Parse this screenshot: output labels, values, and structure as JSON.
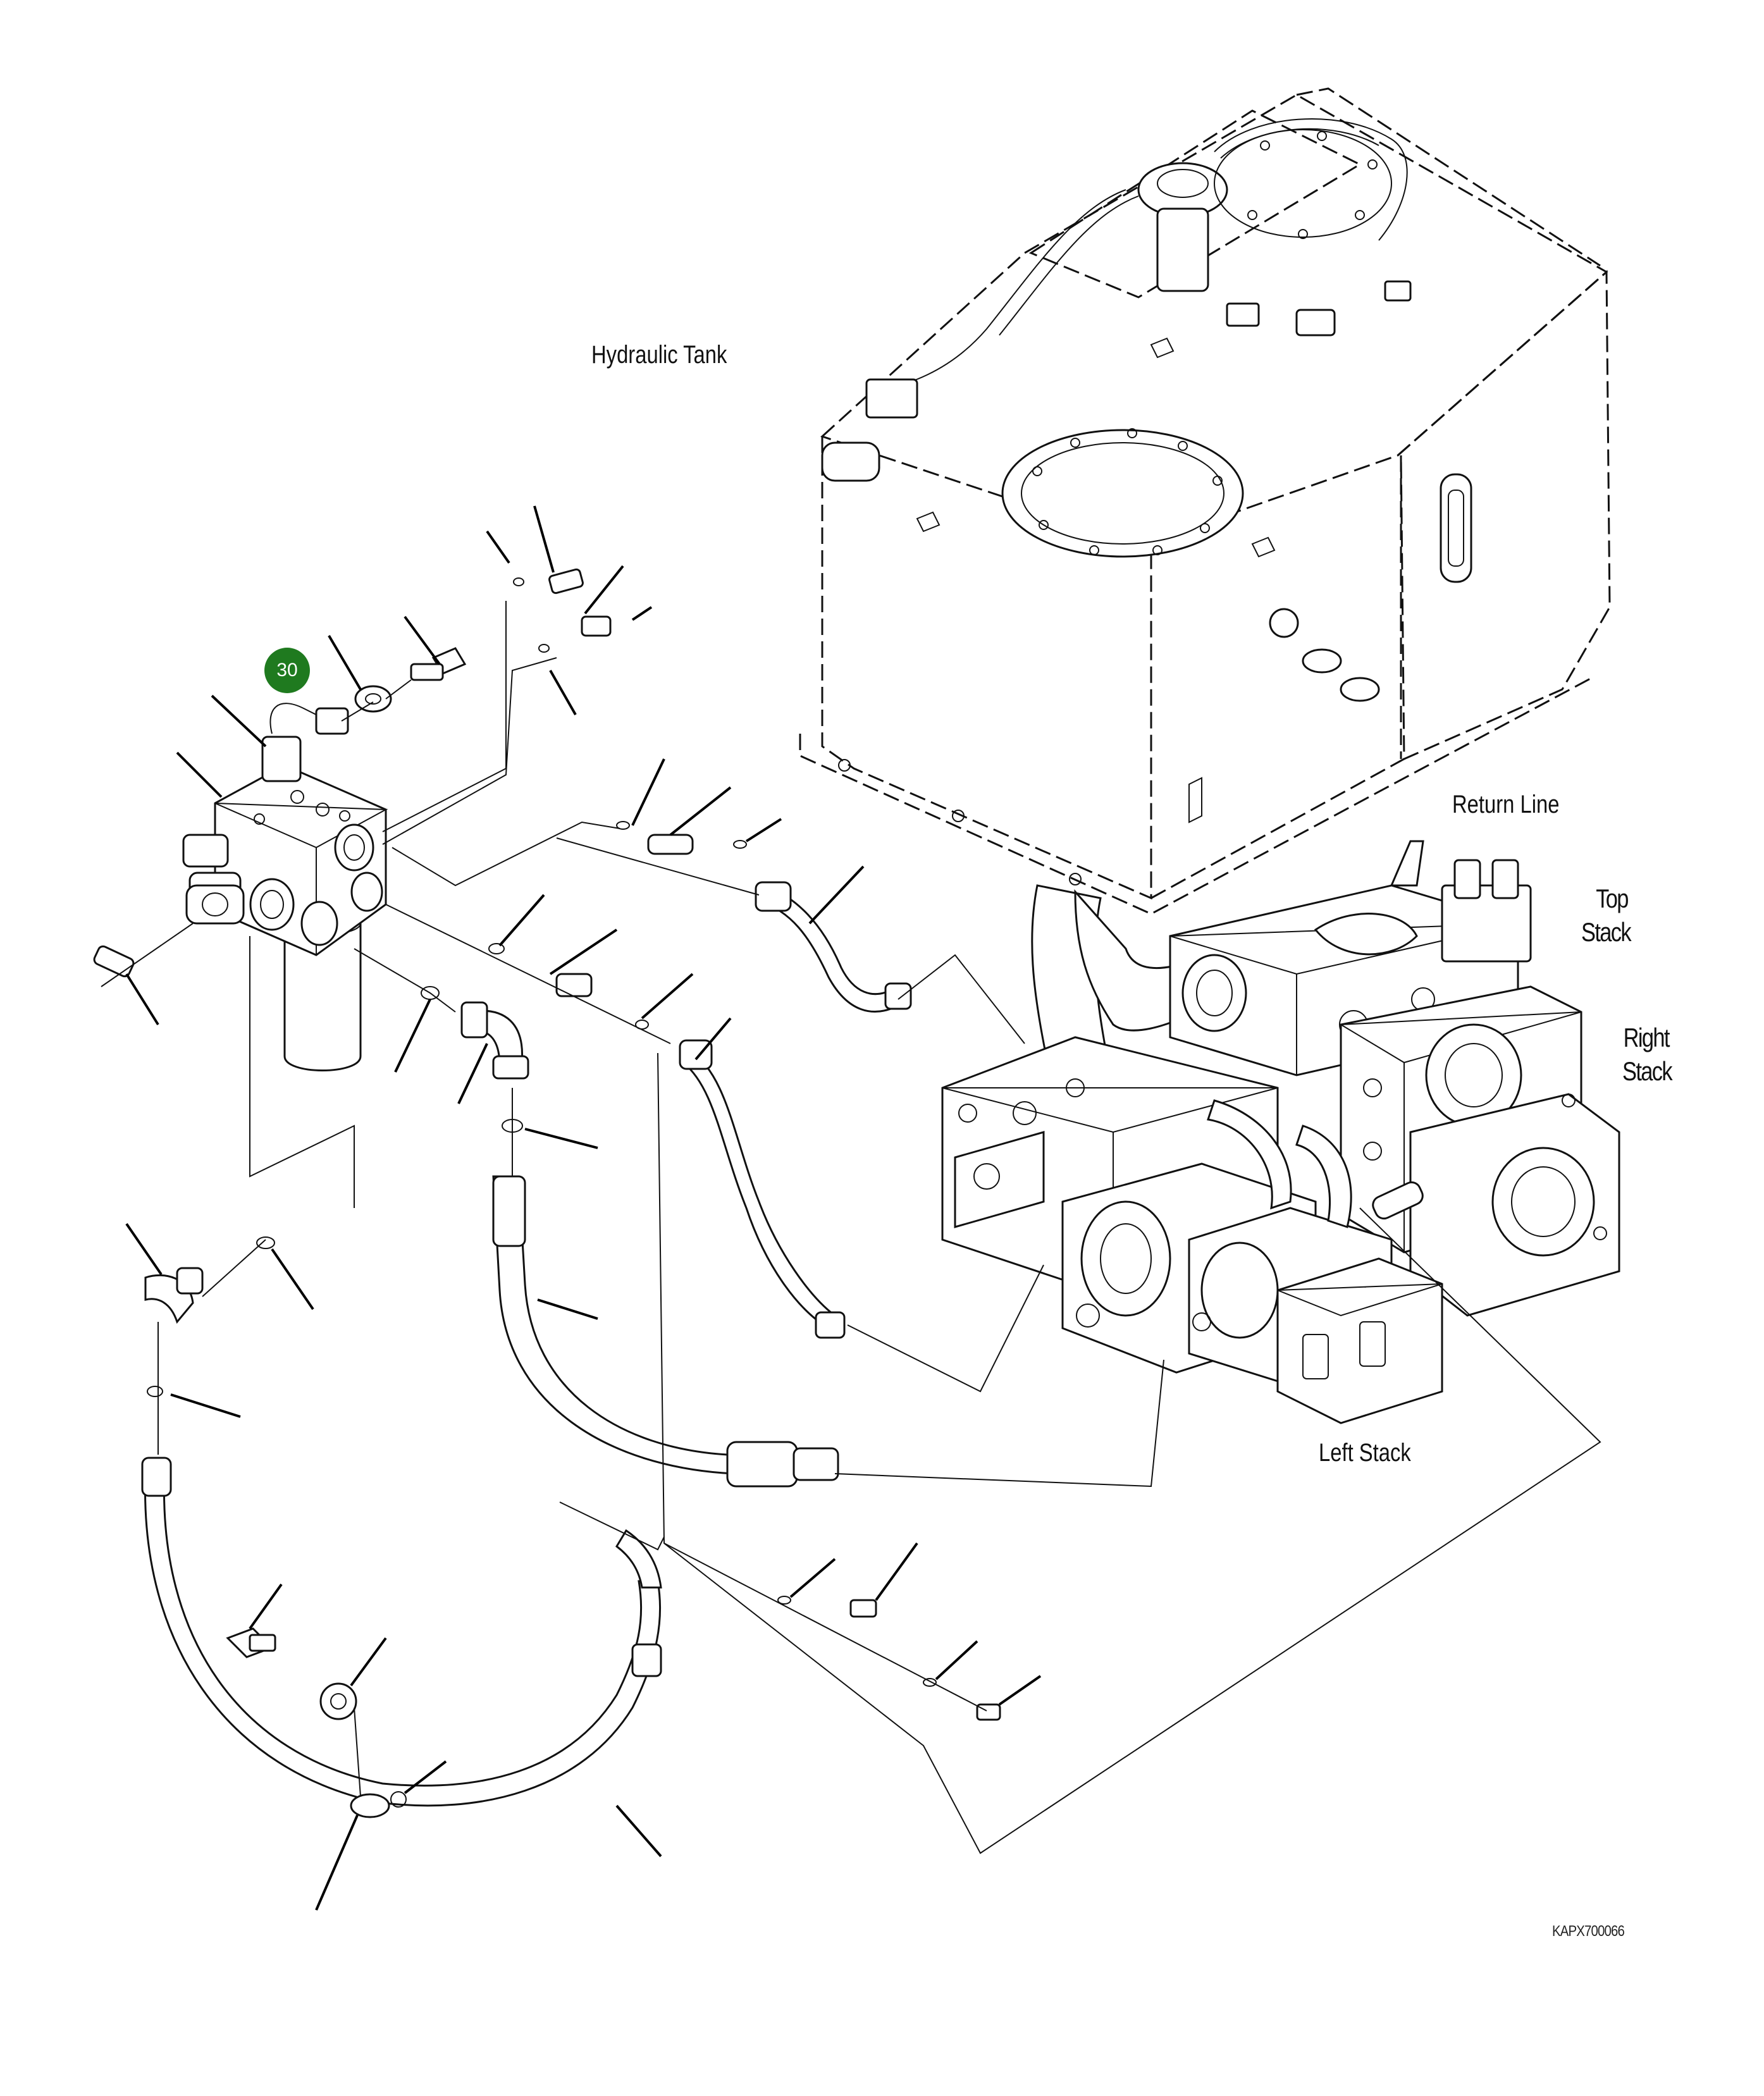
{
  "labels": {
    "hydraulic_tank": "Hydraulic Tank",
    "return_line": "Return Line",
    "top_stack": "Top Stack",
    "right_stack": "Right Stack",
    "left_stack": "Left Stack"
  },
  "callout": {
    "number": "30",
    "color": "#1f7a1f"
  },
  "drawing_code": "KAPX700066"
}
